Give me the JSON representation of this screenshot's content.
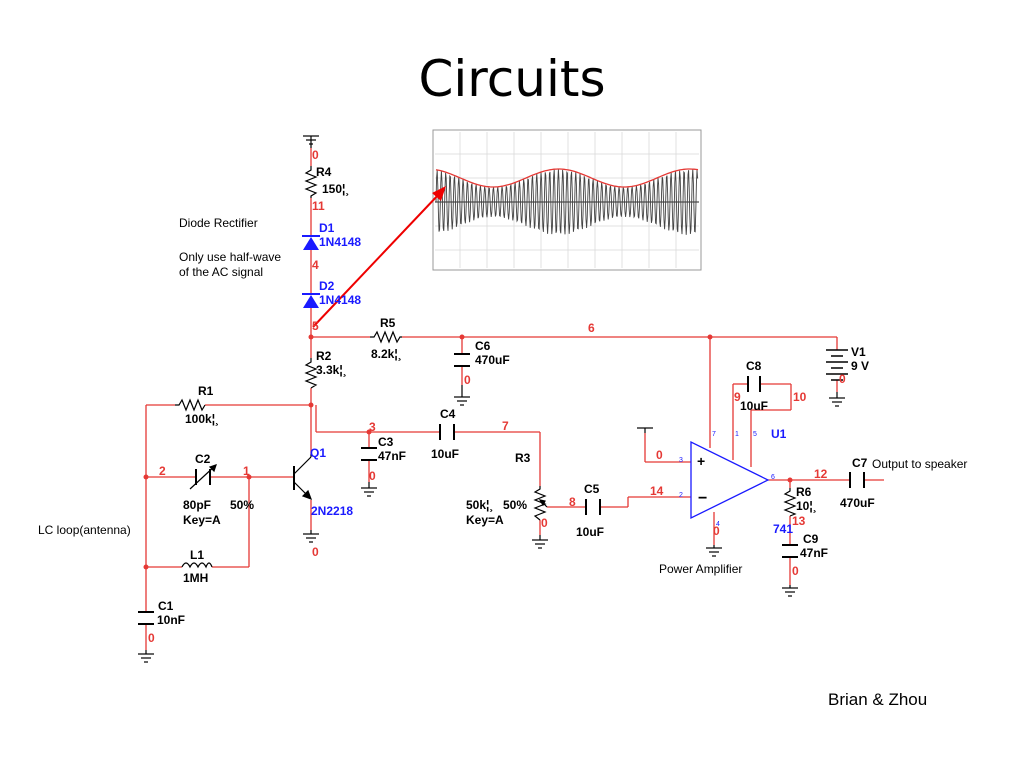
{
  "slide": {
    "title": "Circuits",
    "footer": "Brian & Zhou"
  },
  "annotations": {
    "diode_rectifier": "Diode Rectifier",
    "half_wave_1": "Only use half-wave",
    "half_wave_2": "of the AC signal",
    "lc_loop": "LC loop(antenna)",
    "power_amplifier": "Power Amplifier",
    "output": "Output to speaker"
  },
  "components": {
    "R4": {
      "ref": "R4",
      "value": "150¦¸"
    },
    "D1": {
      "ref": "D1",
      "value": "1N4148"
    },
    "D2": {
      "ref": "D2",
      "value": "1N4148"
    },
    "R5": {
      "ref": "R5",
      "value": "8.2k¦¸"
    },
    "R2": {
      "ref": "R2",
      "value": "3.3k¦¸"
    },
    "R1": {
      "ref": "R1",
      "value": "100k¦¸"
    },
    "C6": {
      "ref": "C6",
      "value": "470uF"
    },
    "C3": {
      "ref": "C3",
      "value": "47nF"
    },
    "C4": {
      "ref": "C4",
      "value": "10uF"
    },
    "C2": {
      "ref": "C2",
      "value": "80pF",
      "setting": "50%",
      "key": "Key=A"
    },
    "Q1": {
      "ref": "Q1",
      "value": "2N2218"
    },
    "L1": {
      "ref": "L1",
      "value": "1MH"
    },
    "C1": {
      "ref": "C1",
      "value": "10nF"
    },
    "R3": {
      "ref": "R3",
      "value": "50k¦¸",
      "setting": "50%",
      "key": "Key=A"
    },
    "C5": {
      "ref": "C5",
      "value": "10uF"
    },
    "C8": {
      "ref": "C8",
      "value": "10uF"
    },
    "U1": {
      "ref": "U1",
      "part": "741"
    },
    "V1": {
      "ref": "V1",
      "value": "9 V"
    },
    "C7": {
      "ref": "C7",
      "value": "470uF"
    },
    "R6": {
      "ref": "R6",
      "value": "10¦¸"
    },
    "C9": {
      "ref": "C9",
      "value": "47nF"
    }
  },
  "nets": [
    "0",
    "11",
    "4",
    "5",
    "6",
    "0",
    "3",
    "0",
    "7",
    "2",
    "1",
    "0",
    "0",
    "8",
    "14",
    "0",
    "9",
    "10",
    "0",
    "12",
    "13",
    "0",
    "0"
  ],
  "pins": [
    "7",
    "1",
    "5",
    "3",
    "2",
    "4",
    "6"
  ],
  "colors": {
    "wire": "#e53935",
    "label_blue": "#1a1aff",
    "waveform": "#444444",
    "envelope": "#e53935"
  }
}
